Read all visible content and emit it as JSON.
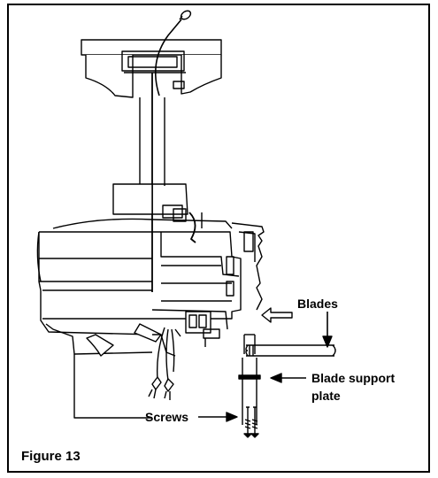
{
  "labels": {
    "blades": "Blades",
    "blade_support_plate_line1": "Blade support",
    "blade_support_plate_line2": "plate",
    "screws": "Screws"
  },
  "caption": "Figure 13",
  "colors": {
    "ink": "#000000",
    "paper": "#ffffff"
  }
}
